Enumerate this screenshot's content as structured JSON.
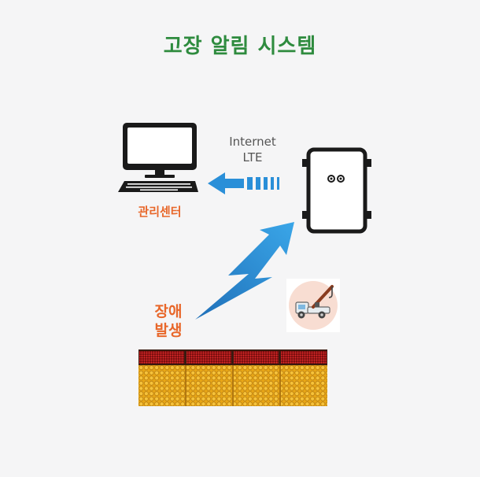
{
  "title": "고장 알림 시스템",
  "nodes": {
    "center_label": "관리센터",
    "link_line1": "Internet",
    "link_line2": "LTE",
    "fault_line1": "장애",
    "fault_line2": "발생"
  },
  "colors": {
    "title": "#2e8b3e",
    "accent_orange": "#e8672a",
    "arrow_blue": "#2a8fd8",
    "ink": "#1a1a1a",
    "led_red": "#d01818",
    "led_amber": "#f0b020"
  },
  "icons": [
    "computer-icon",
    "network-arrow-icon",
    "controller-box-icon",
    "lightning-bolt-icon",
    "tow-truck-icon",
    "led-sign-icon"
  ]
}
